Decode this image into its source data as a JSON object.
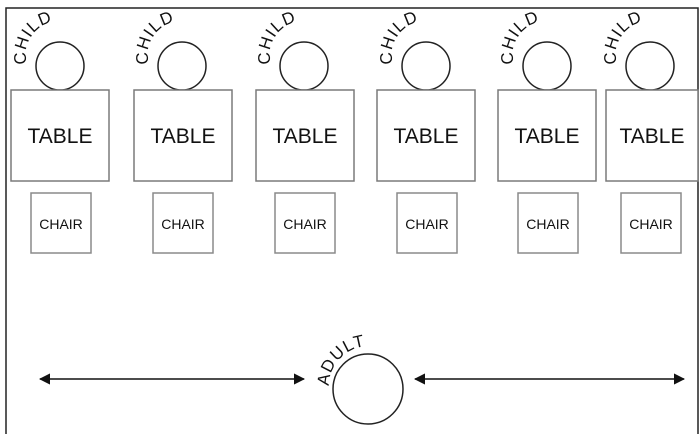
{
  "labels": {
    "child": "CHILD",
    "table": "TABLE",
    "chair": "CHAIR",
    "adult": "ADULT"
  },
  "stations": [
    {
      "child": "CHILD",
      "table": "TABLE",
      "chair": "CHAIR"
    },
    {
      "child": "CHILD",
      "table": "TABLE",
      "chair": "CHAIR"
    },
    {
      "child": "CHILD",
      "table": "TABLE",
      "chair": "CHAIR"
    },
    {
      "child": "CHILD",
      "table": "TABLE",
      "chair": "CHAIR"
    },
    {
      "child": "CHILD",
      "table": "TABLE",
      "chair": "CHAIR"
    },
    {
      "child": "CHILD",
      "table": "TABLE",
      "chair": "CHAIR"
    }
  ],
  "colors": {
    "stroke_frame": "#222222",
    "stroke_table": "#7a7a7a",
    "stroke_chair": "#8a8a8a",
    "text": "#111111"
  }
}
